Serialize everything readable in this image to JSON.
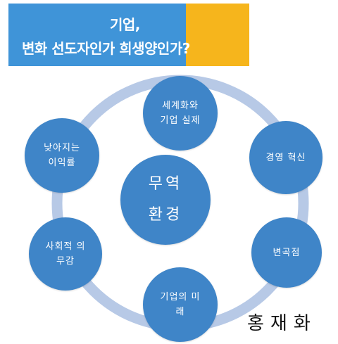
{
  "banner": {
    "line1": "기업,",
    "line2": "변화 선도자인가 희생양인가?",
    "colors": {
      "blue": "#3f94d8",
      "yellow": "#f6b51c"
    }
  },
  "diagram": {
    "center": {
      "label": "무역\n환경"
    },
    "nodes": [
      {
        "id": "top",
        "label": "세계화와\n기업 실제"
      },
      {
        "id": "upper-right",
        "label": "경영 혁신"
      },
      {
        "id": "lower-right",
        "label": "변곡점"
      },
      {
        "id": "bottom",
        "label": "기업의 미\n래"
      },
      {
        "id": "lower-left",
        "label": "사회적 의\n무감"
      },
      {
        "id": "upper-left",
        "label": "낮아지는\n이익률"
      }
    ],
    "colors": {
      "node": "#3f85c8",
      "ring": "#b7c9e6"
    }
  },
  "author": "홍재화"
}
